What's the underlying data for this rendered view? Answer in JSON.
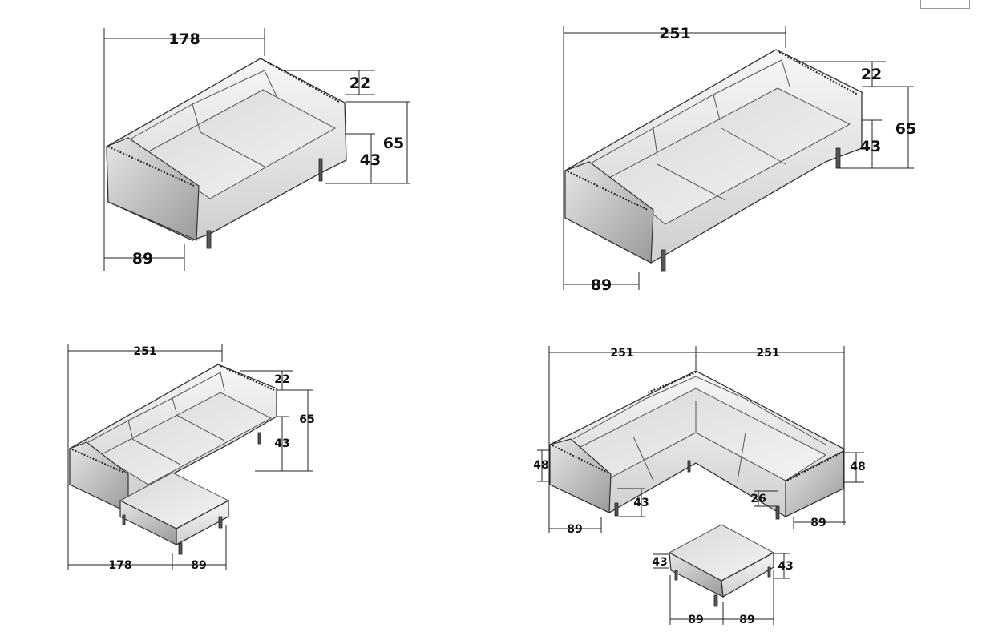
{
  "drawings": {
    "two_seater": {
      "width": "178",
      "depth": "89",
      "arm_height": "22",
      "total_height": "65",
      "seat_height": "43"
    },
    "three_seater": {
      "width": "251",
      "depth": "89",
      "arm_height": "22",
      "total_height": "65",
      "seat_height": "43"
    },
    "chaise_sofa": {
      "width": "251",
      "main_width": "178",
      "chaise_width": "89",
      "arm_height": "22",
      "total_height": "65",
      "seat_height": "43"
    },
    "corner_sofa": {
      "width_left": "251",
      "width_right": "251",
      "height_left": "48",
      "height_right": "48",
      "seat_height_left": "43",
      "seat_height_right": "26",
      "depth_left": "89",
      "depth_right": "89"
    },
    "ottoman": {
      "height_left": "43",
      "height_right": "43",
      "width_left": "89",
      "width_right": "89"
    }
  }
}
